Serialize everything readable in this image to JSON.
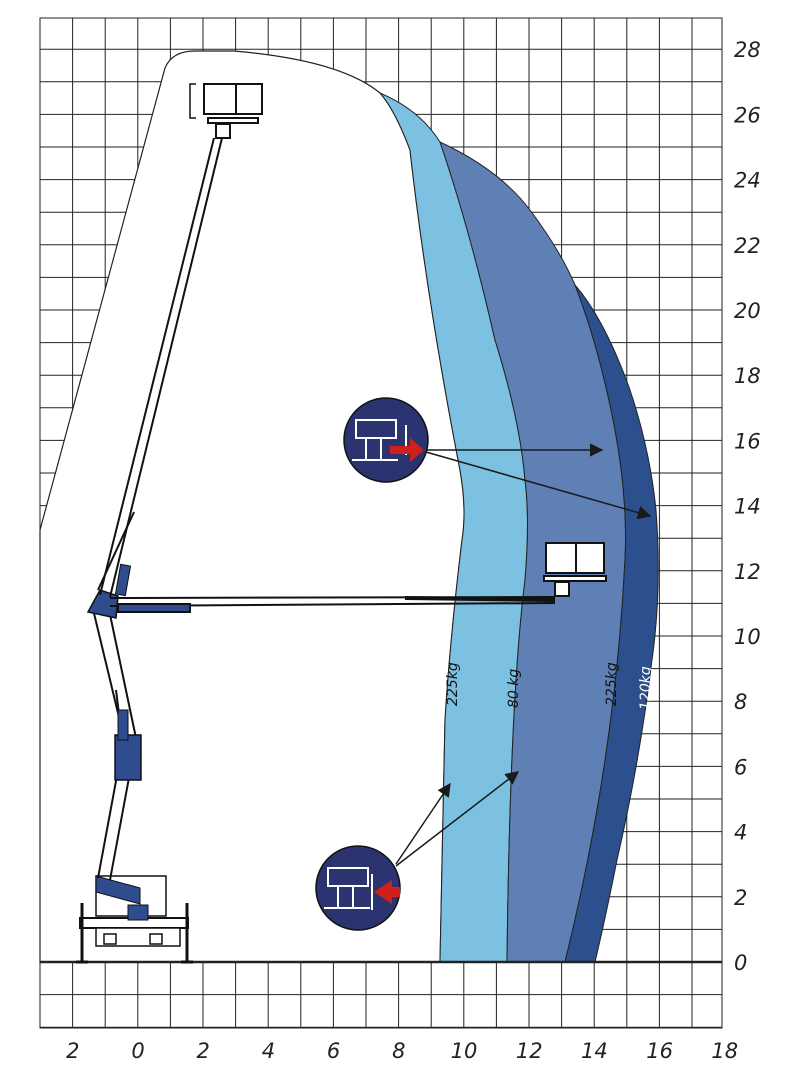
{
  "axes": {
    "x_ticks": [
      "2",
      "0",
      "2",
      "4",
      "6",
      "8",
      "10",
      "12",
      "14",
      "16",
      "18"
    ],
    "y_ticks": [
      "0",
      "2",
      "4",
      "6",
      "8",
      "10",
      "12",
      "14",
      "16",
      "18",
      "20",
      "22",
      "24",
      "26",
      "28"
    ],
    "x_range_m": [
      -3,
      18
    ],
    "y_range_m": [
      -2,
      28.5
    ],
    "grid": true
  },
  "zones": [
    {
      "label": "225kg",
      "color": "#79bfe0"
    },
    {
      "label": "80 kg",
      "color": "#5d7fb3"
    },
    {
      "label": "225kg",
      "color": "#5d7fb3"
    },
    {
      "label": "120kg",
      "color": "#2b4f8c"
    }
  ],
  "icons": [
    {
      "name": "platform-extended-icon"
    },
    {
      "name": "platform-retracted-icon"
    }
  ],
  "colors": {
    "machine_blue": "#2e4c8e",
    "icon_circle": "#2b3471",
    "arrow_red": "#d0201a"
  }
}
